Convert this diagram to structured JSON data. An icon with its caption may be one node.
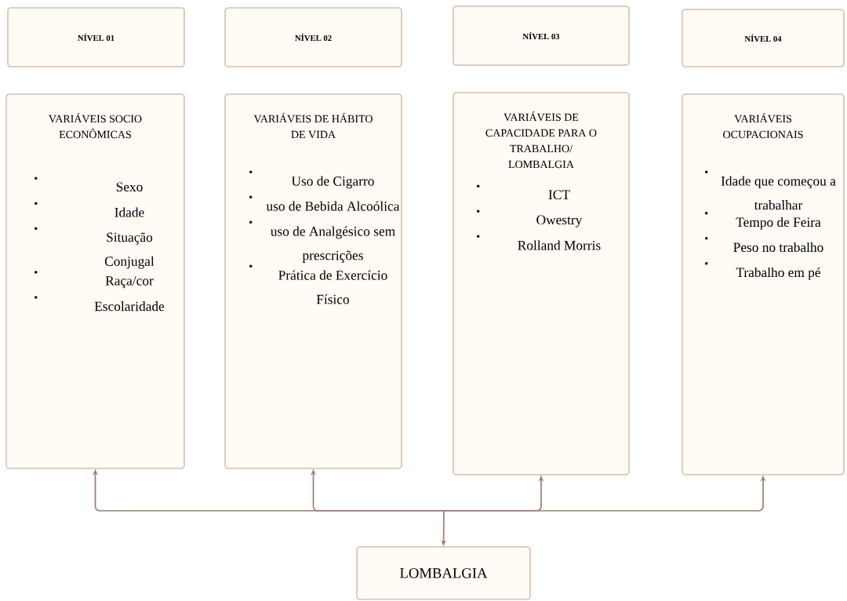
{
  "diagram": {
    "nodes": [
      {
        "text": [
          "NÍVEL 01"
        ]
      },
      {
        "text": [
          "NÍVEL 02"
        ]
      },
      {
        "text": [
          "NÍVEL 03"
        ]
      },
      {
        "text": [
          "NÍVEL 04"
        ]
      },
      {
        "text": [
          "VARIÁVEIS SOCIO ECONÔMICAS",
          "Sexo",
          "Idade",
          "Situação Conjugal",
          "Raça/cor",
          "Escolaridade"
        ]
      },
      {
        "text": [
          "VARIÁVEIS DE HÁBITO DE VIDA",
          "Uso de Cigarro",
          "uso de Bebida Alcoólica",
          "uso de Analgésico sem prescrições",
          "Prática de Exercício Físico"
        ]
      },
      {
        "text": [
          "VARIÁVEIS DE CAPACIDADE PARA O TRABALHO/ LOMBALGIA",
          "ICT",
          "Owestry",
          "Rolland Morris"
        ]
      },
      {
        "text": [
          "VARIÁVEIS OCUPACIONAIS",
          "Idade que começou a trabalhar",
          "Tempo de Feira",
          "Peso no trabalho",
          "Trabalho em pé"
        ]
      },
      {
        "text": [
          "LOMBALGIA"
        ]
      }
    ],
    "edges": [
      {
        "from": 8,
        "to": 4,
        "arrow": "both"
      },
      {
        "from": 8,
        "to": 5,
        "arrow": "both"
      },
      {
        "from": 8,
        "to": 6,
        "arrow": "both"
      },
      {
        "from": 8,
        "to": 7,
        "arrow": "both"
      }
    ]
  }
}
